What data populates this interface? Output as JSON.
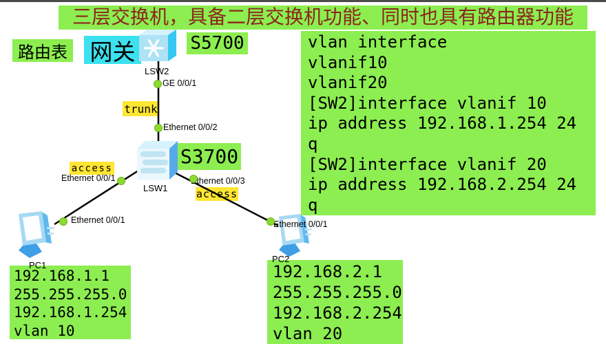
{
  "title": {
    "text": "三层交换机，具备二层交换机功能、同时也具有路由器功能"
  },
  "legend": {
    "routing_table": "路由表",
    "gateway": "网关"
  },
  "link_labels": {
    "trunk": "trunk",
    "access_left": "access",
    "access_right": "access"
  },
  "devices": {
    "lsw2": {
      "name": "LSW2",
      "model_badge": "S5700"
    },
    "lsw1": {
      "name": "LSW1",
      "model_badge": "S3700"
    },
    "pc1": {
      "name": "PC1",
      "config": [
        "192.168.1.1",
        "255.255.255.0",
        "192.168.1.254",
        "vlan 10"
      ]
    },
    "pc2": {
      "name": "PC2",
      "config": [
        "192.168.2.1",
        "255.255.255.0",
        "192.168.2.254",
        "vlan 20"
      ]
    }
  },
  "ports": {
    "lsw2_ge001": "GE 0/0/1",
    "lsw2_eth002": "Ethernet 0/0/2",
    "lsw1_eth001": "Ethernet 0/0/1",
    "lsw1_eth003": "Ethernet 0/0/3",
    "pc1_eth001": "Ethernet 0/0/1",
    "pc2_eth001": "Ethernet 0/0/1"
  },
  "config_panel": {
    "lines": [
      "vlan interface",
      "vlanif10",
      "vlanif20",
      "[SW2]interface vlanif 10",
      "ip address 192.168.1.254 24",
      "q",
      "[SW2]interface vlanif 20",
      "ip address 192.168.2.254 24",
      "q"
    ]
  },
  "colors": {
    "highlight_green": "#8CEE50",
    "highlight_yellow": "#FFE632",
    "highlight_cyan": "#3CE1F0",
    "title_text": "#8B251C",
    "port_dot": "#8BDC2F",
    "link_line": "#000000"
  }
}
